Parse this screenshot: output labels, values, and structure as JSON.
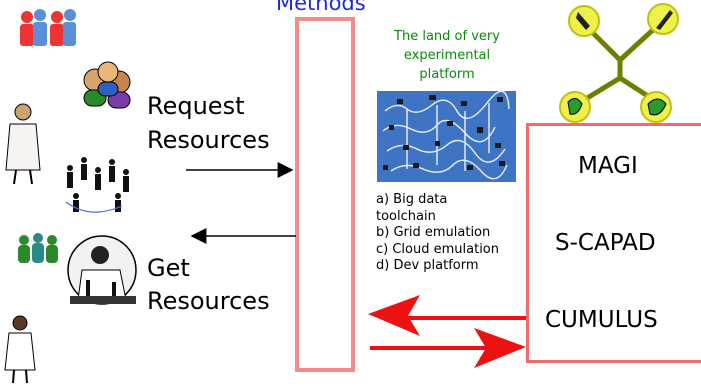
{
  "center": {
    "methods_title": "Methods"
  },
  "left": {
    "request_label_line1": "Request",
    "request_label_line2": "Resources",
    "get_label_line1": "Get",
    "get_label_line2": "Resources"
  },
  "platform": {
    "title_line1": "The land of very",
    "title_line2": "experimental",
    "title_line3": "platform",
    "features": [
      "a) Big data",
      "toolchain",
      "b) Grid emulation",
      "c) Cloud emulation",
      "d) Dev platform"
    ]
  },
  "right": {
    "tools": [
      "MAGI",
      "S-CAPAD",
      "CUMULUS"
    ]
  },
  "colors": {
    "methods_title": "#1c2bd8",
    "box_border": "#f48a8a",
    "arrow_red": "#ee1111",
    "platform_title": "#0a8a0a",
    "network_bg": "#3f73c4"
  }
}
